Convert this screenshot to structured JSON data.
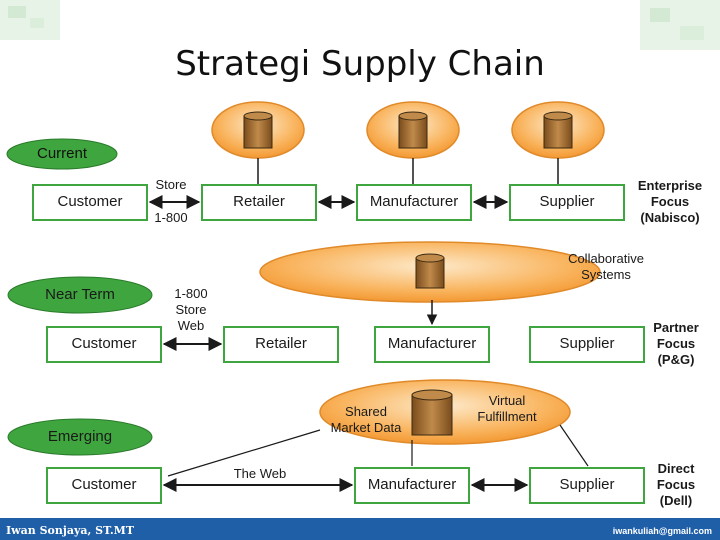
{
  "title": "Strategi Supply Chain",
  "rows": {
    "current": {
      "label": "Current",
      "customer": "Customer",
      "channel_top": "Store",
      "channel_bottom": "1-800",
      "retailer": "Retailer",
      "manufacturer": "Manufacturer",
      "supplier": "Supplier",
      "focus": "Enterprise\nFocus\n(Nabisco)"
    },
    "near_term": {
      "label": "Near Term",
      "customer": "Customer",
      "channel": "1-800\nStore\nWeb",
      "retailer": "Retailer",
      "manufacturer": "Manufacturer",
      "supplier": "Supplier",
      "focus": "Partner\nFocus\n(P&G)",
      "cloud": "Collaborative\nSystems"
    },
    "emerging": {
      "label": "Emerging",
      "customer": "Customer",
      "channel": "The Web",
      "manufacturer": "Manufacturer",
      "supplier": "Supplier",
      "focus": "Direct\nFocus\n(Dell)",
      "shared": "Shared\nMarket Data",
      "virtual": "Virtual\nFulfillment"
    }
  },
  "footer": {
    "left": "Iwan Sonjaya, ST.MT",
    "right": "iwankuliah@gmail.com"
  },
  "colors": {
    "box_green": "#3fa63f",
    "box_fill": "#ffffff",
    "cloud_orange": "#f9a84a",
    "db_brown": "#9b6a2e",
    "footer_blue": "#1f5fa8"
  }
}
